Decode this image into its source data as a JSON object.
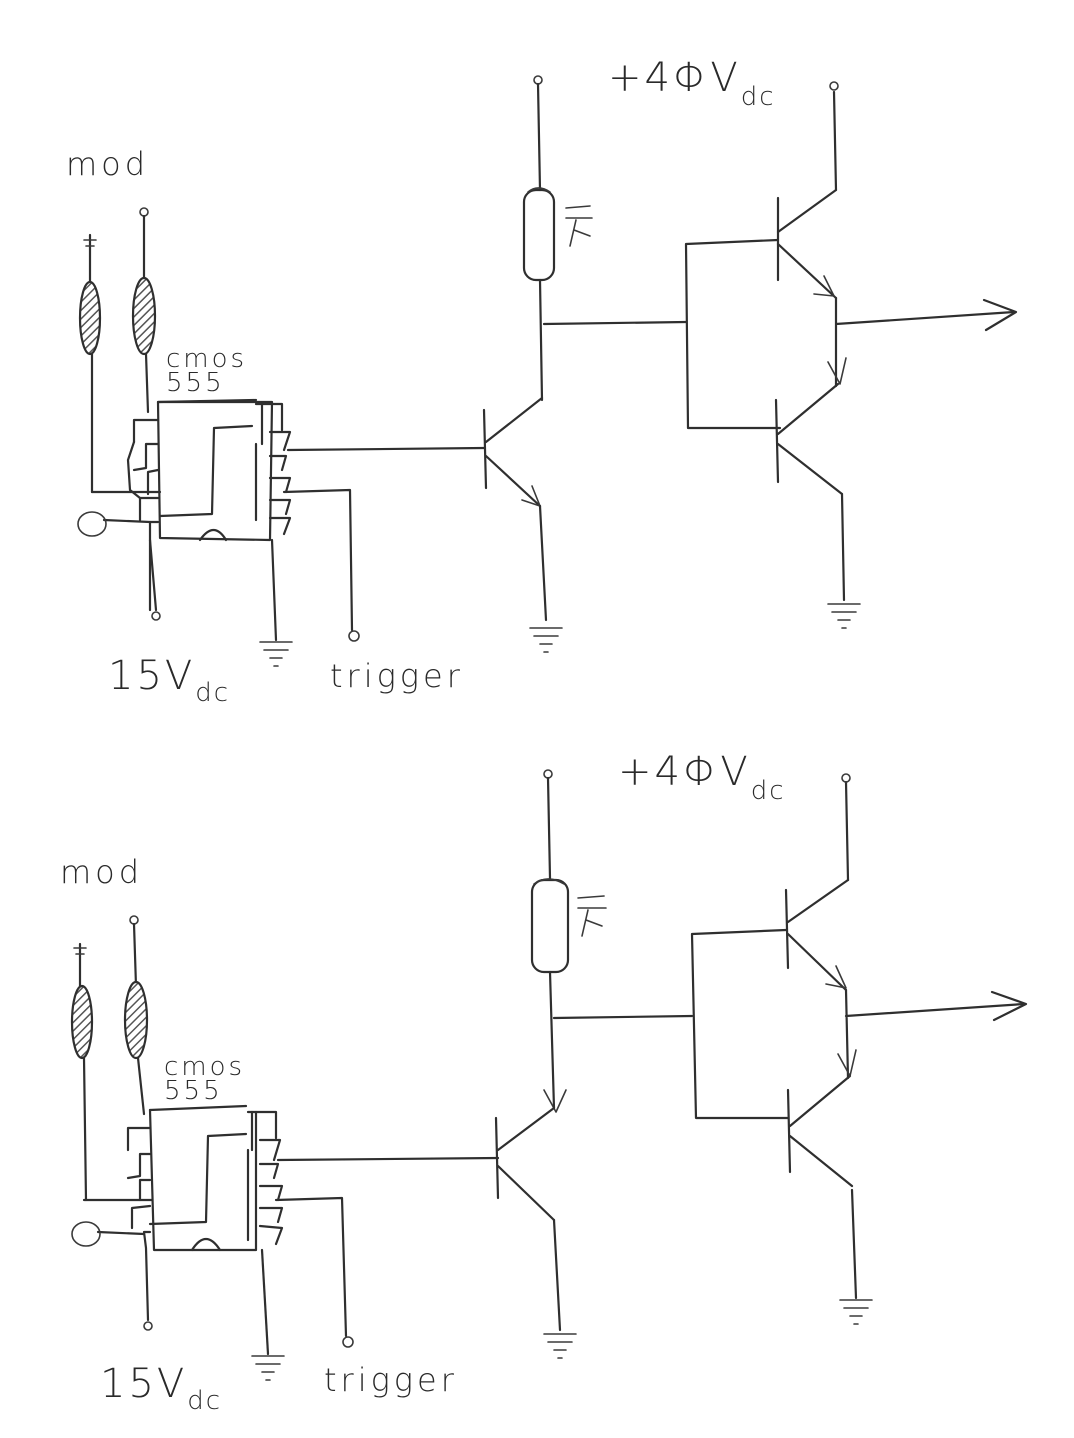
{
  "diagrams": [
    {
      "mod_label": "mod",
      "chip_label_top": "cmos",
      "chip_label_bottom": "555",
      "supply_high_label": "+4ΦV",
      "supply_high_sub": "dc",
      "supply_low_label": "15V",
      "supply_low_sub": "dc",
      "trigger_label": "trigger"
    },
    {
      "mod_label": "mod",
      "chip_label_top": "cmos",
      "chip_label_bottom": "555",
      "supply_high_label": "+4ΦV",
      "supply_high_sub": "dc",
      "supply_low_label": "15V",
      "supply_low_sub": "dc",
      "trigger_label": "trigger"
    }
  ],
  "colors": {
    "ink": "#2f2f2f",
    "paper": "#ffffff"
  }
}
